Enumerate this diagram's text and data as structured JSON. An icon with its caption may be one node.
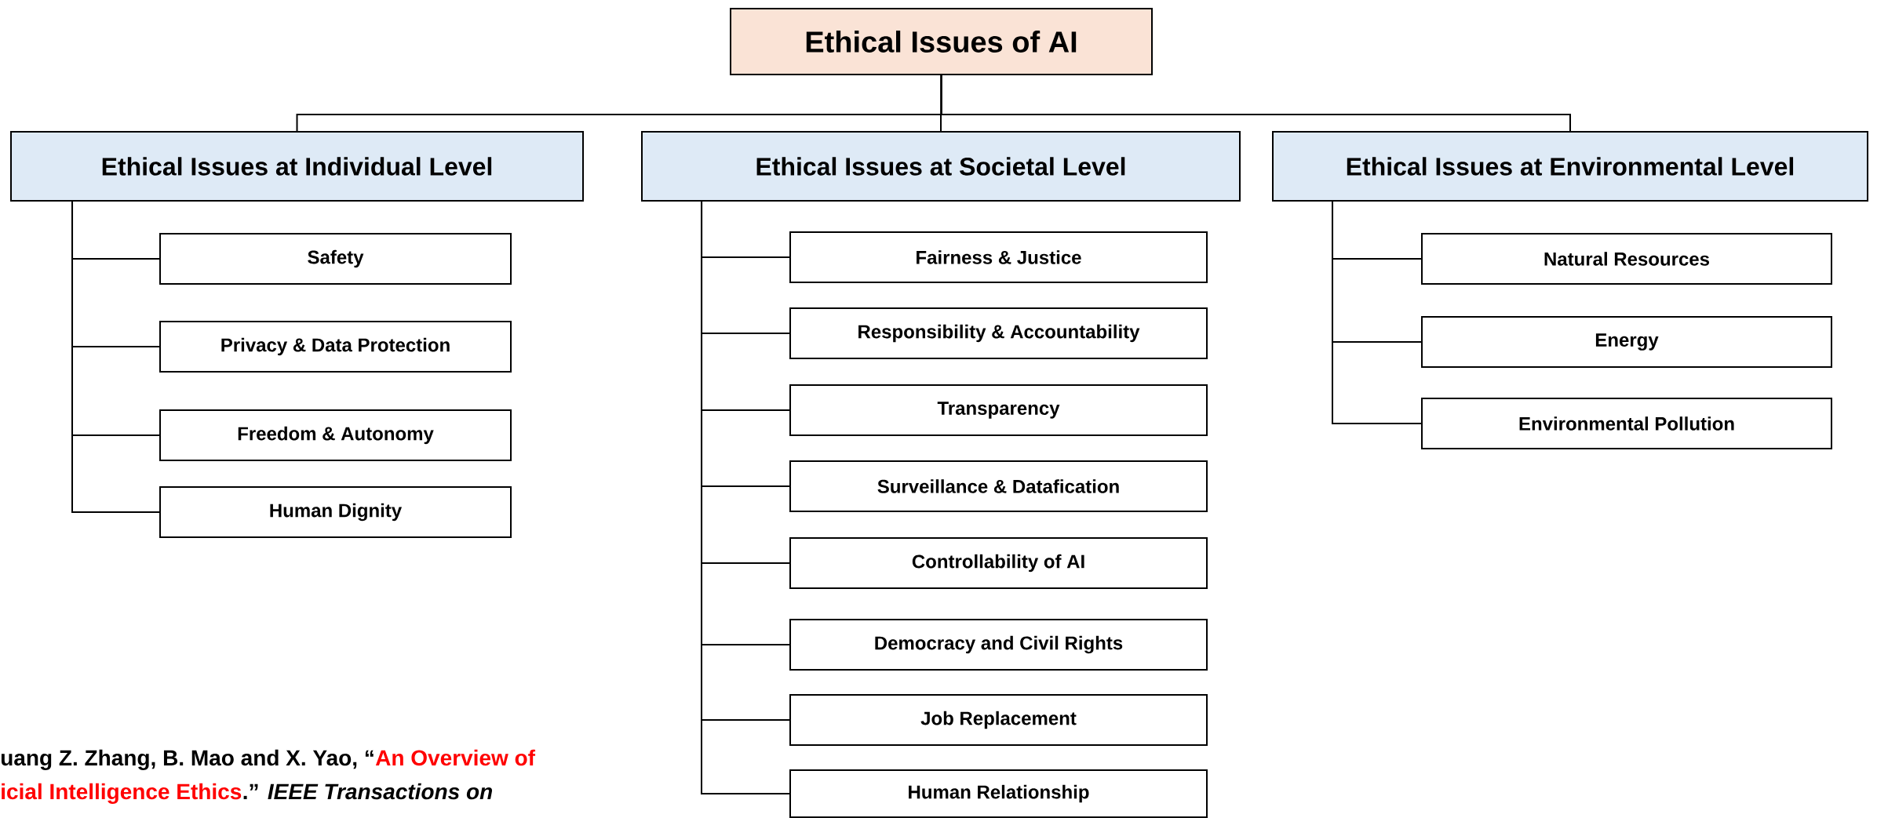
{
  "diagram": {
    "nodes": [
      {
        "text": [
          "Ethical Issues of AI"
        ]
      },
      {
        "text": [
          "Ethical Issues at Individual Level"
        ]
      },
      {
        "text": [
          "Ethical Issues at Societal Level"
        ]
      },
      {
        "text": [
          "Ethical Issues at Environmental Level"
        ]
      },
      {
        "text": [
          "Safety"
        ]
      },
      {
        "text": [
          "Privacy & Data Protection"
        ]
      },
      {
        "text": [
          "Freedom & Autonomy"
        ]
      },
      {
        "text": [
          "Human Dignity"
        ]
      },
      {
        "text": [
          "Fairness & Justice"
        ]
      },
      {
        "text": [
          "Responsibility & Accountability"
        ]
      },
      {
        "text": [
          "Transparency"
        ]
      },
      {
        "text": [
          "Surveillance & Datafication"
        ]
      },
      {
        "text": [
          "Controllability of AI"
        ]
      },
      {
        "text": [
          "Democracy and Civil Rights"
        ]
      },
      {
        "text": [
          "Job Replacement"
        ]
      },
      {
        "text": [
          "Human Relationship"
        ]
      },
      {
        "text": [
          "Natural Resources"
        ]
      },
      {
        "text": [
          "Energy"
        ]
      },
      {
        "text": [
          "Environmental Pollution"
        ]
      }
    ],
    "edges": [
      {
        "from": 0,
        "to": 1,
        "arrow": "none"
      },
      {
        "from": 0,
        "to": 2,
        "arrow": "none"
      },
      {
        "from": 0,
        "to": 3,
        "arrow": "none"
      },
      {
        "from": 1,
        "to": 4,
        "arrow": "none"
      },
      {
        "from": 1,
        "to": 5,
        "arrow": "none"
      },
      {
        "from": 1,
        "to": 6,
        "arrow": "none"
      },
      {
        "from": 1,
        "to": 7,
        "arrow": "none"
      },
      {
        "from": 2,
        "to": 8,
        "arrow": "none"
      },
      {
        "from": 2,
        "to": 9,
        "arrow": "none"
      },
      {
        "from": 2,
        "to": 10,
        "arrow": "none"
      },
      {
        "from": 2,
        "to": 11,
        "arrow": "none"
      },
      {
        "from": 2,
        "to": 12,
        "arrow": "none"
      },
      {
        "from": 2,
        "to": 13,
        "arrow": "none"
      },
      {
        "from": 2,
        "to": 14,
        "arrow": "none"
      },
      {
        "from": 2,
        "to": 15,
        "arrow": "none"
      },
      {
        "from": 3,
        "to": 16,
        "arrow": "none"
      },
      {
        "from": 3,
        "to": 17,
        "arrow": "none"
      },
      {
        "from": 3,
        "to": 18,
        "arrow": "none"
      }
    ],
    "labels": [
      "uang Z. Zhang, B. Mao and X. Yao, “",
      "An Overview of",
      "icial Intelligence Ethics",
      ".” *IEEE Transactions on*"
    ]
  }
}
